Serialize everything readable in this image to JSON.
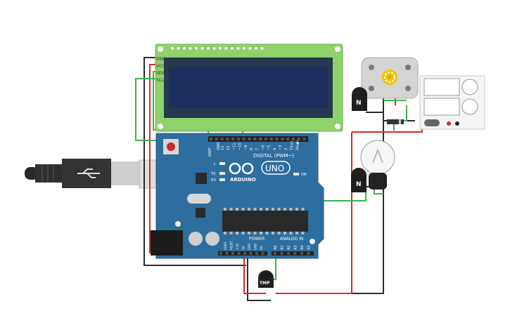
{
  "lcd": {
    "pins": [
      "GND",
      "VCC",
      "SDA",
      "SCL"
    ]
  },
  "arduino": {
    "brand": "ARDUINO",
    "model": "UNO",
    "digital_label": "DIGITAL (PWM~)",
    "analog_label": "ANALOG IN",
    "power_label": "POWER",
    "on_label": "ON",
    "led_labels": [
      "L",
      "TX",
      "RX"
    ],
    "aref": "AREF",
    "gnd": "GND",
    "digital_pins": [
      "13",
      "12",
      "~11",
      "~10",
      "~9",
      "8",
      "7",
      "~6",
      "~5",
      "4",
      "~3",
      "2",
      "TX➔1",
      "RX◀0"
    ],
    "power_pins": [
      "IOREF",
      "RESET",
      "3.3V",
      "5V",
      "GND",
      "GND",
      "Vin"
    ],
    "analog_pins": [
      "A0",
      "A1",
      "A2",
      "A3",
      "A4",
      "A5"
    ]
  },
  "transistor_top": {
    "label": "N"
  },
  "transistor_mid": {
    "label": "N"
  },
  "temp_sensor": {
    "label": "TMP"
  },
  "colors": {
    "wire_green": "#3cb44b",
    "wire_red": "#d62b2b",
    "wire_black": "#2b2b2b",
    "board_blue": "#2d6e9e",
    "lcd_green": "#8fd16a",
    "lcd_screen": "#1c2f5e"
  }
}
